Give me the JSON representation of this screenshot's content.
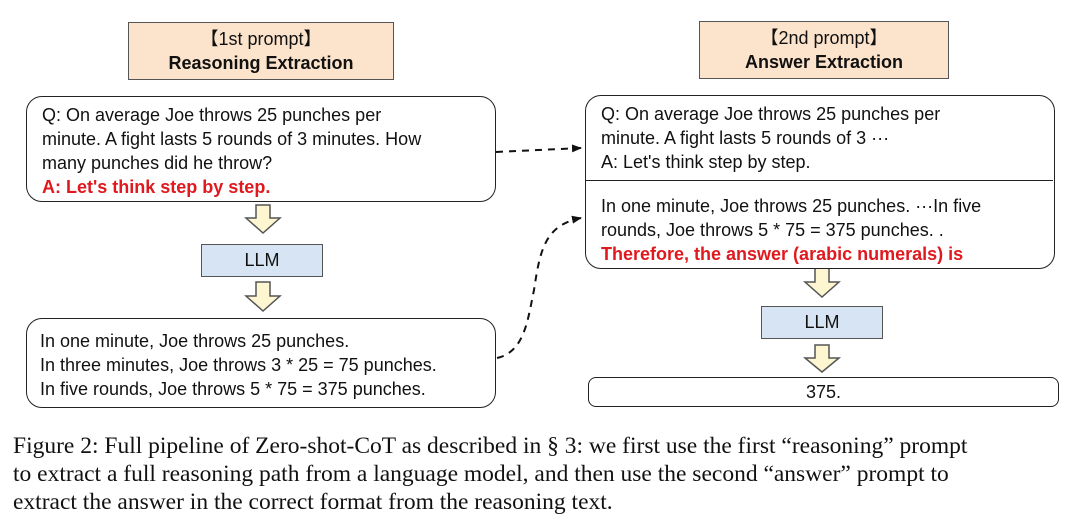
{
  "left": {
    "header": {
      "line1": "【1st prompt】",
      "line2": "Reasoning Extraction"
    },
    "question_lines": [
      "Q: On average Joe throws 25 punches per",
      "minute.  A fight lasts 5 rounds of 3 minutes.  How",
      "many punches did he throw?"
    ],
    "trigger": "A: Let's think step by step.",
    "llm_label": "LLM",
    "reasoning_lines": [
      "In one minute, Joe throws 25 punches.",
      "In three minutes, Joe throws 3 * 25 = 75 punches.",
      "In five rounds, Joe throws 5 * 75 = 375 punches."
    ]
  },
  "right": {
    "header": {
      "line1": "【2nd prompt】",
      "line2": "Answer Extraction"
    },
    "question_lines": [
      "Q: On average Joe throws 25 punches per",
      "minute.  A fight lasts 5 rounds of 3 ···",
      "A: Let's think step by step."
    ],
    "reasoning_lines": [
      "In one minute, Joe throws 25 punches. ···In five",
      "rounds, Joe throws 5 * 75 = 375 punches. ."
    ],
    "trigger": "Therefore, the answer (arabic numerals) is",
    "llm_label": "LLM",
    "answer": "375."
  },
  "caption_lines": [
    "Figure 2: Full pipeline of Zero-shot-CoT as described in § 3: we first use the first “reasoning” prompt",
    "to extract a full reasoning path from a language model, and then use the second “answer” prompt to",
    "extract the answer in the correct format from the reasoning text."
  ],
  "colors": {
    "header_fill": "#fbe3cc",
    "llm_fill": "#d6e4f4",
    "arrow_fill": "#fdf6d0",
    "trigger_text": "#e0191e"
  }
}
